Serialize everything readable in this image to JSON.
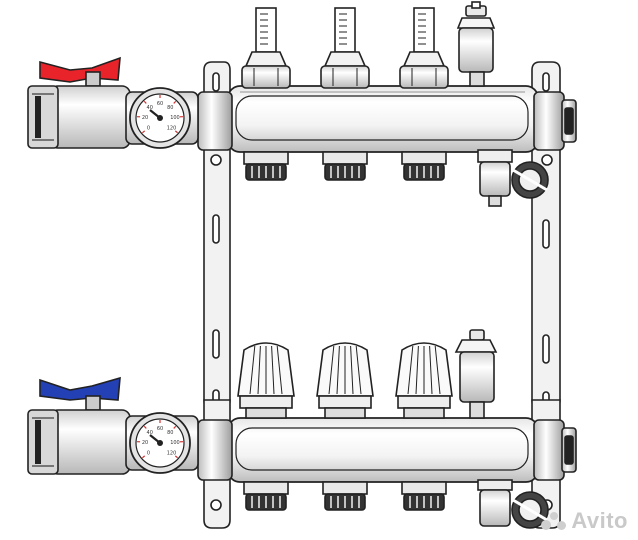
{
  "colors": {
    "outline": "#222222",
    "metal_light": "#f4f4f4",
    "metal_mid": "#d9d9d9",
    "metal_dark": "#9a9a9a",
    "hot_handle": "#e8242a",
    "cold_handle": "#2340b5",
    "gauge_red": "#d23030"
  },
  "supply_gauge": {
    "ticks": [
      "0",
      "20",
      "40",
      "60",
      "80",
      "100",
      "120"
    ]
  },
  "return_gauge": {
    "ticks": [
      "0",
      "20",
      "40",
      "60",
      "80",
      "100",
      "120"
    ]
  },
  "watermark": {
    "text": "Avito"
  }
}
